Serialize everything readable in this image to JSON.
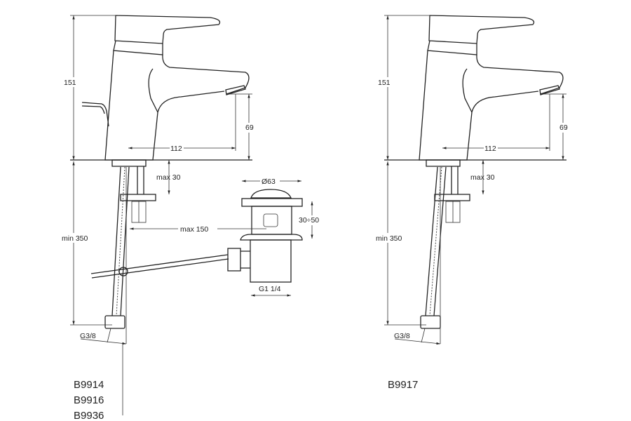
{
  "left_drawing": {
    "dims": {
      "height_total": "151",
      "spout_height": "69",
      "spout_reach": "112",
      "max_deck": "max 30",
      "min_hose": "min 350",
      "thread": "G3/8",
      "max_rod": "max 150",
      "waste_diameter": "Ø63",
      "waste_range": "30÷50",
      "waste_thread": "G1 1/4"
    },
    "product_codes": [
      "B9914",
      "B9916",
      "B9936"
    ]
  },
  "right_drawing": {
    "dims": {
      "height_total": "151",
      "spout_height": "69",
      "spout_reach": "112",
      "max_deck": "max 30",
      "min_hose": "min 350",
      "thread": "G3/8"
    },
    "product_codes": [
      "B9917"
    ]
  }
}
